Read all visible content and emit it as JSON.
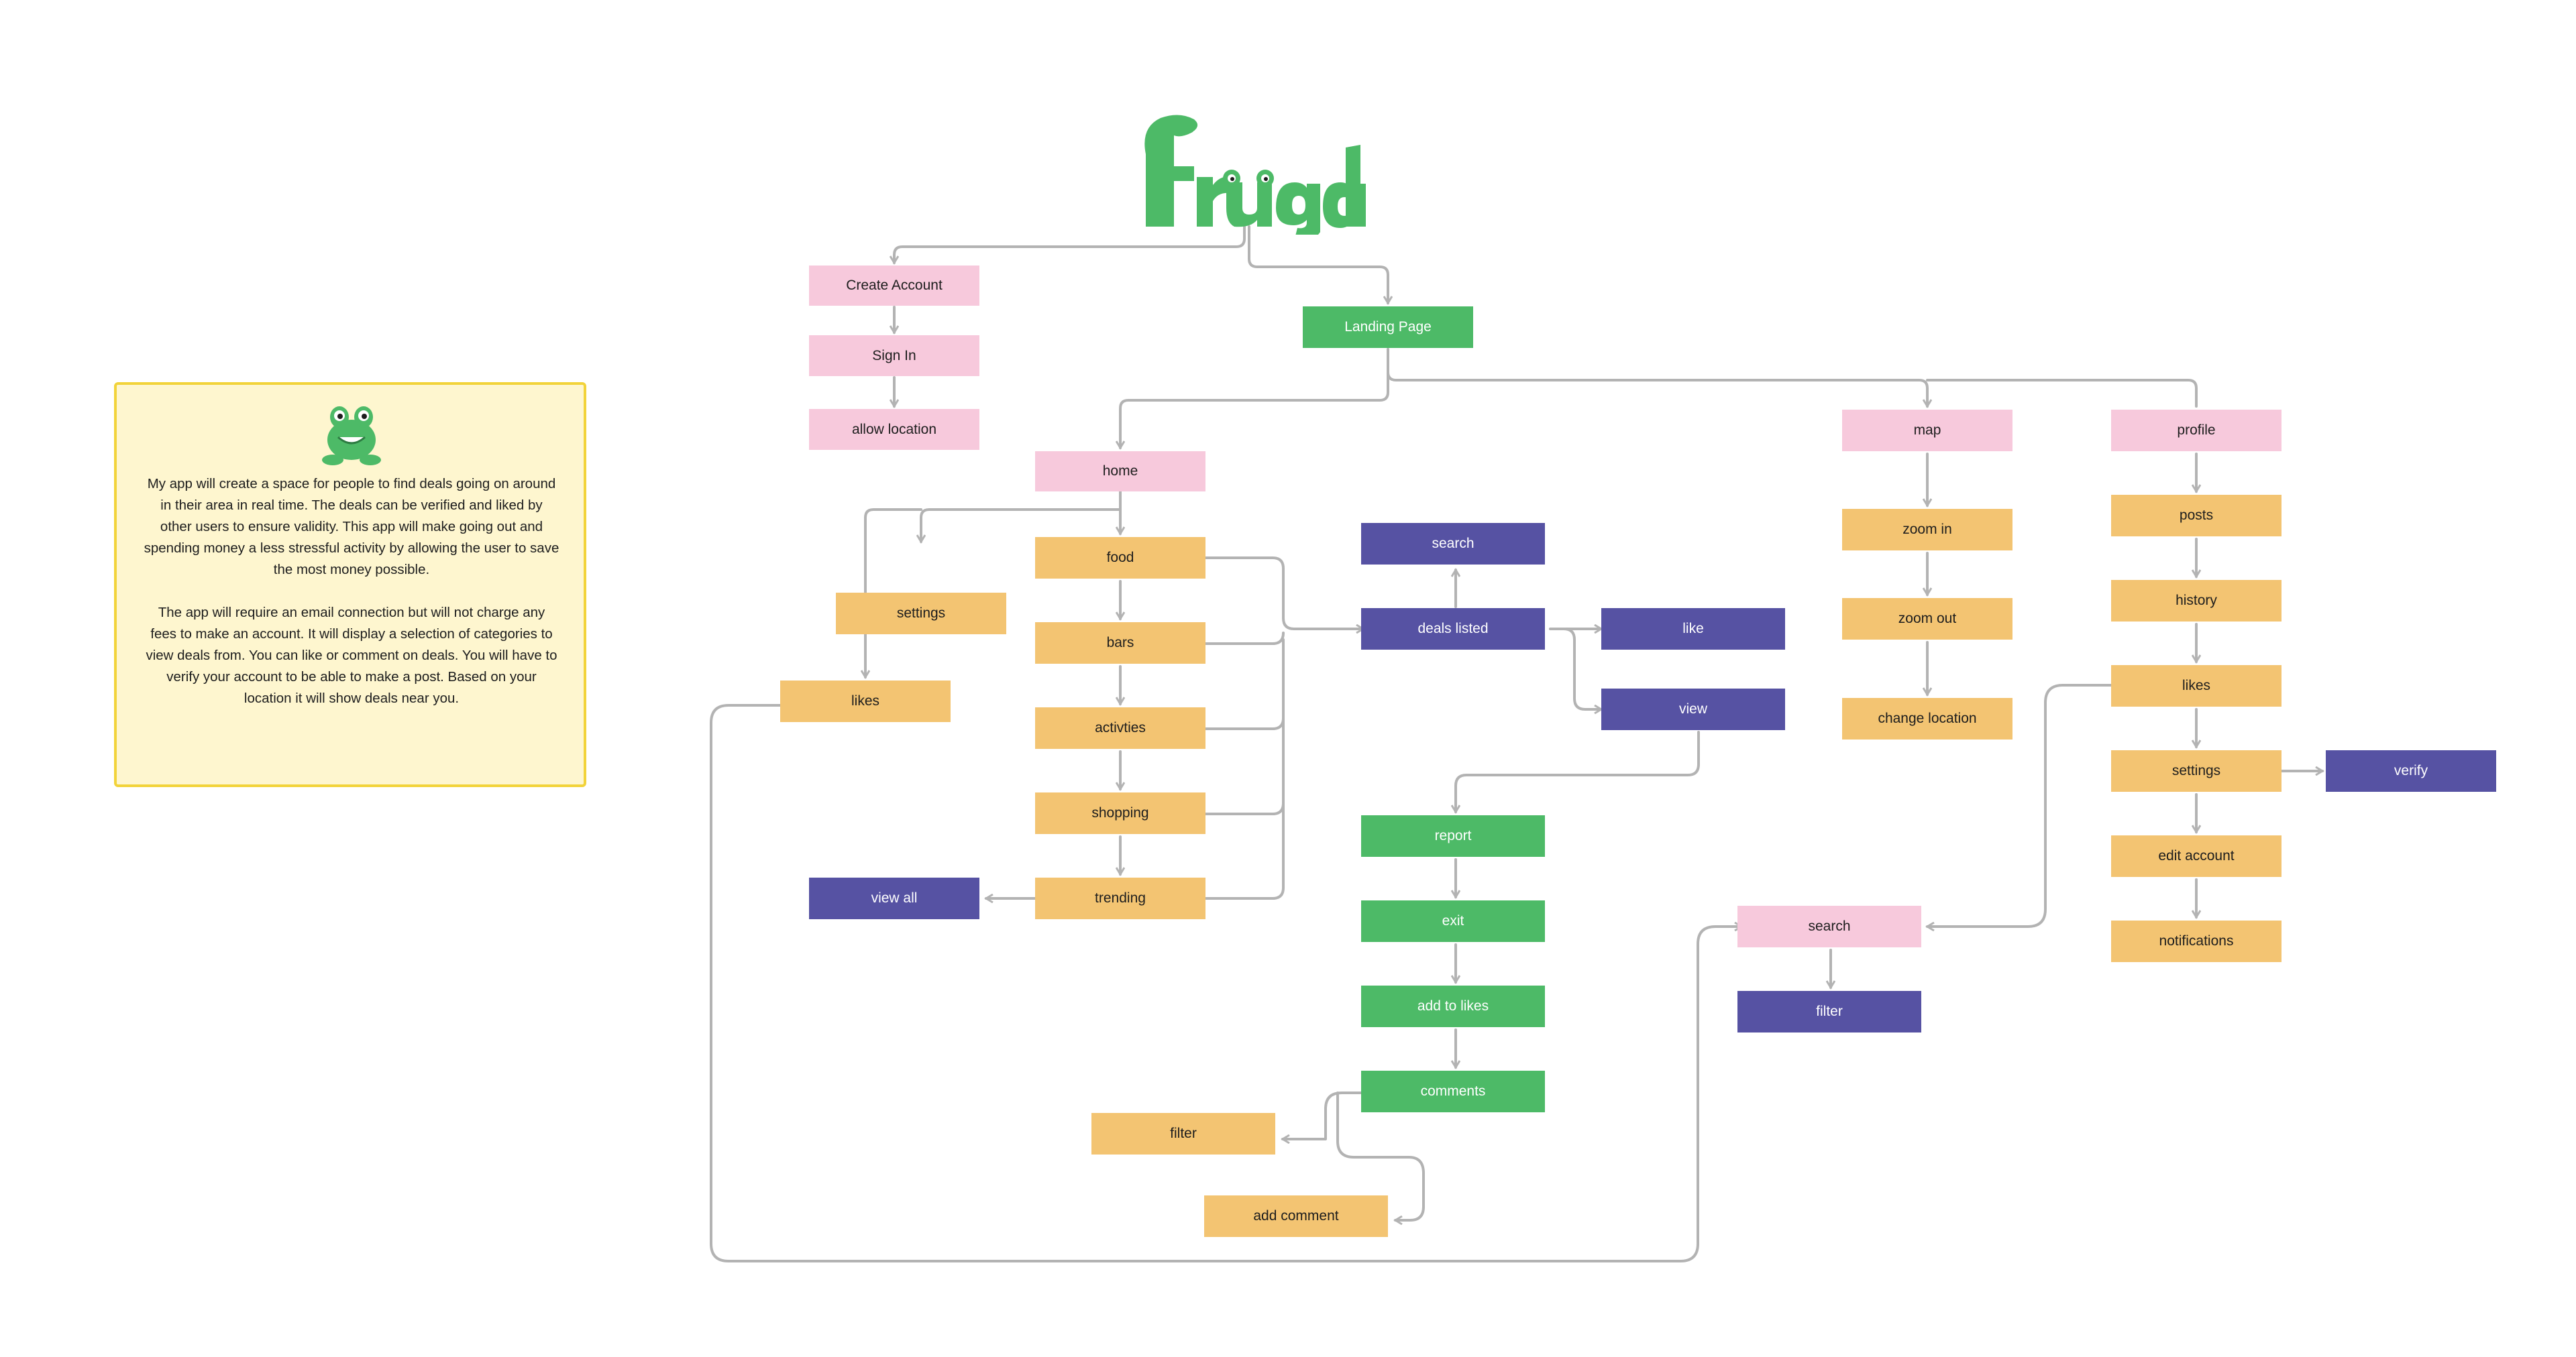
{
  "app": {
    "logo_text": "Frugal",
    "description": "My app will create a space for people to find deals going on around in  their area in real time. The deals can be verified and liked by other users to ensure validity. This app will make going out and spending money a less stressful activity by allowing the user to save the most money  possible.\n\nThe app will require an email connection but will not charge any fees to make an account. It will display a selection of categories to view deals from. You can like or comment on deals. You will have to verify your account to be able to make a post. Based on your location it will show deals near you."
  },
  "colors": {
    "pink": "#f7c9dc",
    "green": "#4dba67",
    "orange": "#f3c472",
    "purple": "#5652a3",
    "note_bg": "#fef6cf",
    "note_border": "#f2d33a",
    "connector": "#b3b3b3"
  },
  "icons": [
    "frog-logo-icon",
    "frog-icon"
  ],
  "nodes": {
    "create_account": "Create Account",
    "sign_in": "Sign In",
    "allow_location": "allow location",
    "landing_page": "Landing Page",
    "home": "home",
    "map": "map",
    "profile": "profile",
    "settings_home": "settings",
    "likes_home": "likes",
    "food": "food",
    "bars": "bars",
    "activities": "activties",
    "shopping": "shopping",
    "trending": "trending",
    "view_all": "view all",
    "search_deals": "search",
    "deals_listed": "deals listed",
    "like": "like",
    "view": "view",
    "report": "report",
    "exit": "exit",
    "add_to_likes": "add to likes",
    "comments": "comments",
    "filter_comments": "filter",
    "add_comment": "add comment",
    "zoom_in": "zoom in",
    "zoom_out": "zoom out",
    "change_location": "change location",
    "posts": "posts",
    "history": "history",
    "likes_profile": "likes",
    "settings_profile": "settings",
    "verify": "verify",
    "edit_account": "edit account",
    "notifications": "notifications",
    "search_likes": "search",
    "filter_likes": "filter"
  }
}
